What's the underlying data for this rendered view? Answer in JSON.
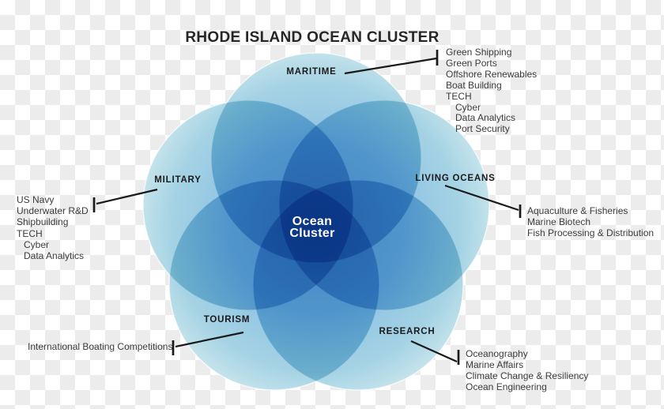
{
  "title": "RHODE ISLAND OCEAN CLUSTER",
  "center": {
    "line1": "Ocean",
    "line2": "Cluster"
  },
  "colors": {
    "checker_gray": "#ececec",
    "checker_white": "#ffffff",
    "label_text": "#1a1a1a",
    "list_text": "#3b3b3b",
    "title_text": "#262626",
    "callout_line": "#1a1a1a",
    "circle_light": "#cde9ef",
    "petal_blue": "#3d97d6",
    "center_navy": "#1d4f7f"
  },
  "maritime": {
    "label": "MARITIME",
    "items": [
      "Green Shipping",
      "Green Ports",
      "Offshore Renewables",
      "Boat Building",
      "TECH",
      "Cyber",
      "Data Analytics",
      "Port Security"
    ]
  },
  "military": {
    "label": "MILITARY",
    "items": [
      "US Navy",
      "Underwater R&D",
      "Shipbuilding",
      "TECH",
      "Cyber",
      "Data Analytics"
    ]
  },
  "living_oceans": {
    "label": "LIVING OCEANS",
    "items": [
      "Aquaculture & Fisheries",
      "Marine Biotech",
      "Fish Processing & Distribution"
    ]
  },
  "tourism": {
    "label": "TOURISM",
    "items": [
      "International Boating Competitions"
    ]
  },
  "research": {
    "label": "RESEARCH",
    "items": [
      "Oceanography",
      "Marine Affairs",
      "Climate Change & Resiliency",
      "Ocean Engineering"
    ]
  }
}
